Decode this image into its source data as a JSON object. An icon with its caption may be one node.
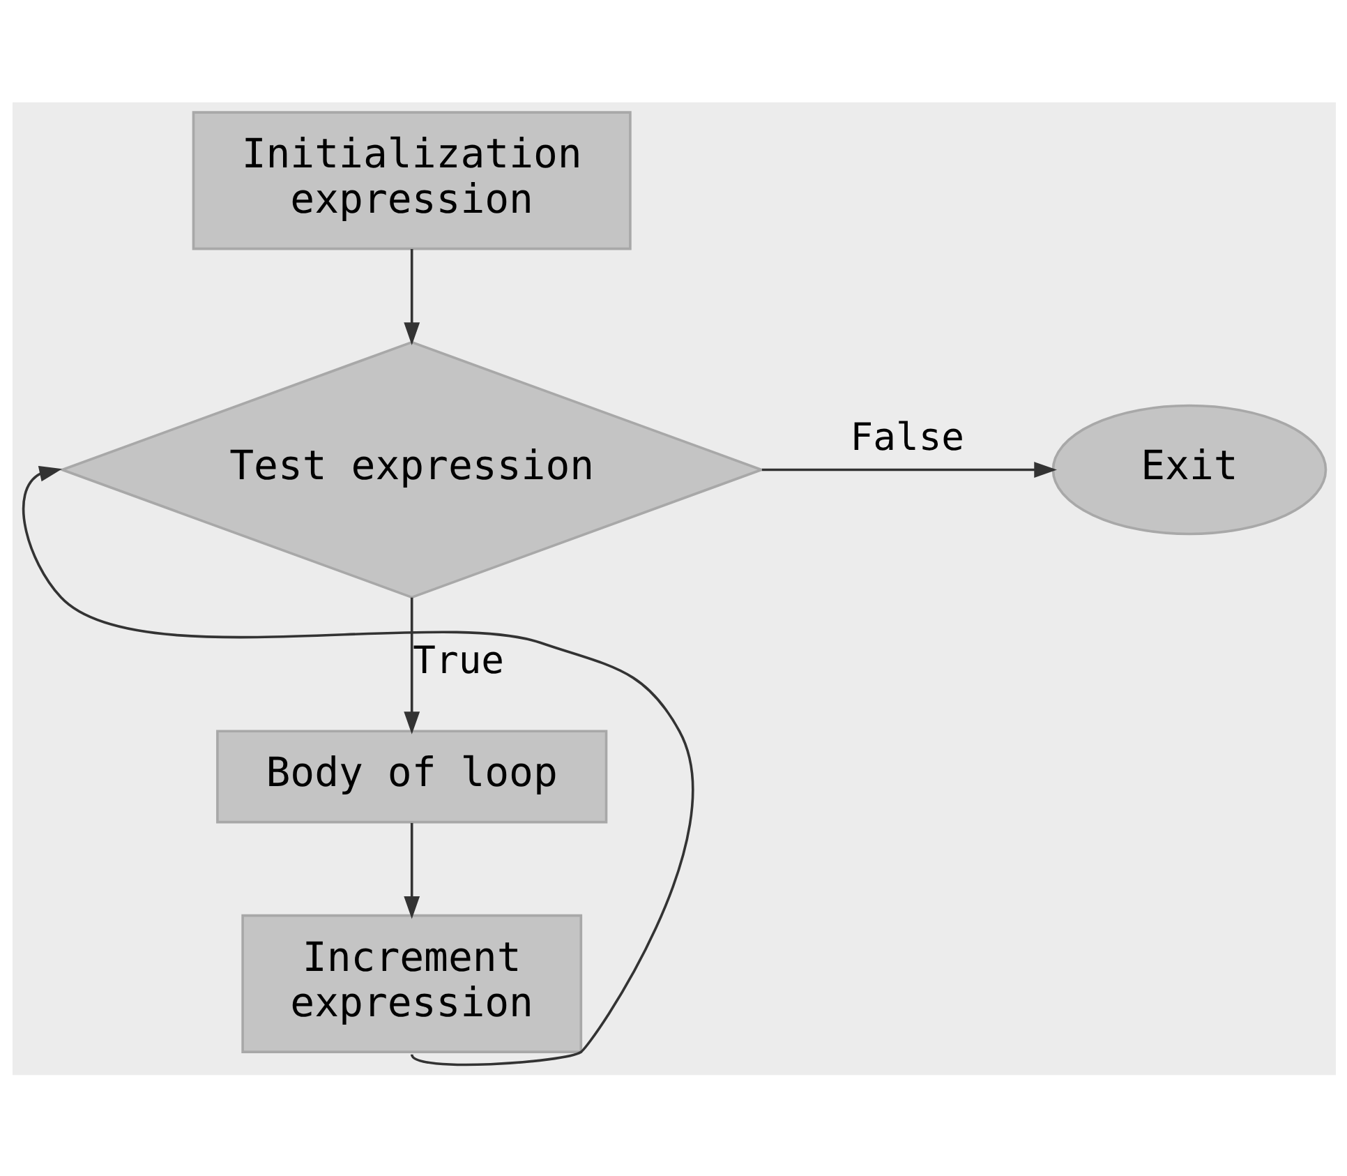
{
  "diagram": {
    "nodes": [
      {
        "text": [
          "Initialization expression"
        ]
      },
      {
        "text": [
          "Test expression"
        ]
      },
      {
        "text": [
          "Exit"
        ]
      },
      {
        "text": [
          "Body of loop"
        ]
      },
      {
        "text": [
          "Increment expression"
        ]
      }
    ],
    "edges": [
      {
        "from": 0,
        "to": 1,
        "arrow": "to"
      },
      {
        "from": 1,
        "to": 2,
        "arrow": "to",
        "label": "False"
      },
      {
        "from": 1,
        "to": 3,
        "arrow": "to",
        "label": "True"
      },
      {
        "from": 3,
        "to": 4,
        "arrow": "to"
      },
      {
        "from": 4,
        "to": 1,
        "arrow": "to"
      }
    ]
  }
}
